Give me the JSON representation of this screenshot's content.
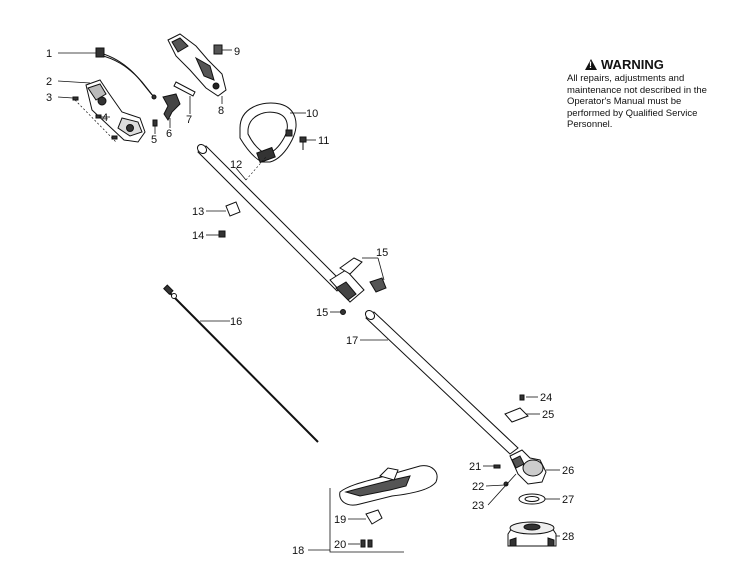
{
  "warning": {
    "heading": "WARNING",
    "text": "All repairs, adjustments and maintenance not described in the Operator's Manual must be performed by Qualified Service Personnel."
  },
  "callouts": [
    {
      "id": "c1",
      "label": "1"
    },
    {
      "id": "c2",
      "label": "2"
    },
    {
      "id": "c3",
      "label": "3"
    },
    {
      "id": "c4",
      "label": "4"
    },
    {
      "id": "c5",
      "label": "5"
    },
    {
      "id": "c6",
      "label": "6"
    },
    {
      "id": "c7",
      "label": "7"
    },
    {
      "id": "c8",
      "label": "8"
    },
    {
      "id": "c9",
      "label": "9"
    },
    {
      "id": "c10",
      "label": "10"
    },
    {
      "id": "c11",
      "label": "11"
    },
    {
      "id": "c12",
      "label": "12"
    },
    {
      "id": "c13",
      "label": "13"
    },
    {
      "id": "c14",
      "label": "14"
    },
    {
      "id": "c15a",
      "label": "15"
    },
    {
      "id": "c15b",
      "label": "15"
    },
    {
      "id": "c16",
      "label": "16"
    },
    {
      "id": "c17",
      "label": "17"
    },
    {
      "id": "c18",
      "label": "18"
    },
    {
      "id": "c19",
      "label": "19"
    },
    {
      "id": "c20",
      "label": "20"
    },
    {
      "id": "c21",
      "label": "21"
    },
    {
      "id": "c22",
      "label": "22"
    },
    {
      "id": "c23",
      "label": "23"
    },
    {
      "id": "c24",
      "label": "24"
    },
    {
      "id": "c25",
      "label": "25"
    },
    {
      "id": "c26",
      "label": "26"
    },
    {
      "id": "c27",
      "label": "27"
    },
    {
      "id": "c28",
      "label": "28"
    }
  ]
}
